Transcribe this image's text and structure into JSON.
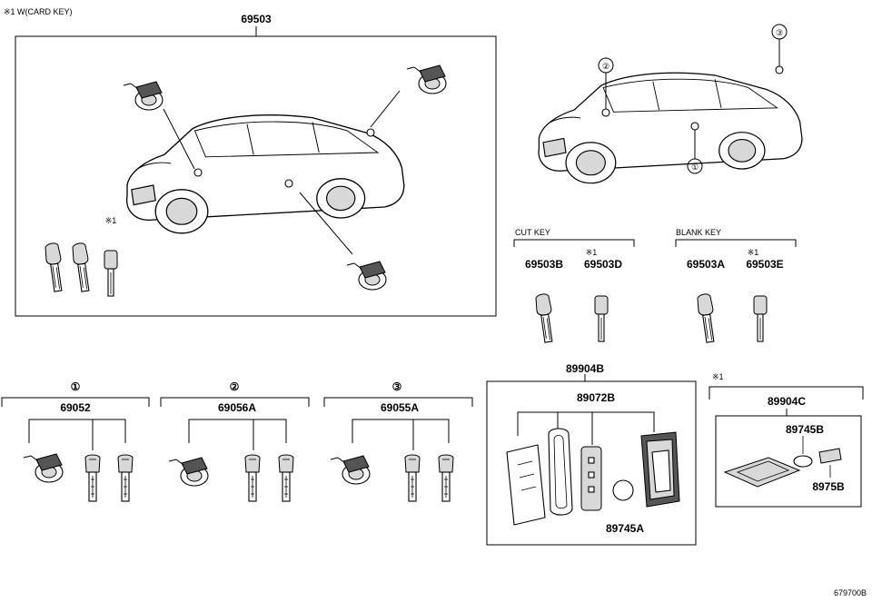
{
  "header_note": "※1  W(CARD KEY)",
  "main_box_label": "69503",
  "cut_key": {
    "title": "CUT KEY",
    "parts": [
      {
        "label": "69503B",
        "note": ""
      },
      {
        "label": "69503D",
        "note": "※1"
      }
    ]
  },
  "blank_key": {
    "title": "BLANK KEY",
    "parts": [
      {
        "label": "69503A",
        "note": ""
      },
      {
        "label": "69503E",
        "note": "※1"
      }
    ]
  },
  "callouts": [
    "②",
    "③",
    "①"
  ],
  "main_key_note": "※1",
  "groups": [
    {
      "circled": "①",
      "label": "69052"
    },
    {
      "circled": "②",
      "label": "69056A"
    },
    {
      "circled": "③",
      "label": "69055A"
    }
  ],
  "kit_b": {
    "label": "89904B",
    "sub_label": "89072B",
    "battery_label": "89745A"
  },
  "kit_c": {
    "note": "※1",
    "label": "89904C",
    "battery_label": "89745B",
    "card_label": "8975B"
  },
  "drawing_number": "679700B"
}
